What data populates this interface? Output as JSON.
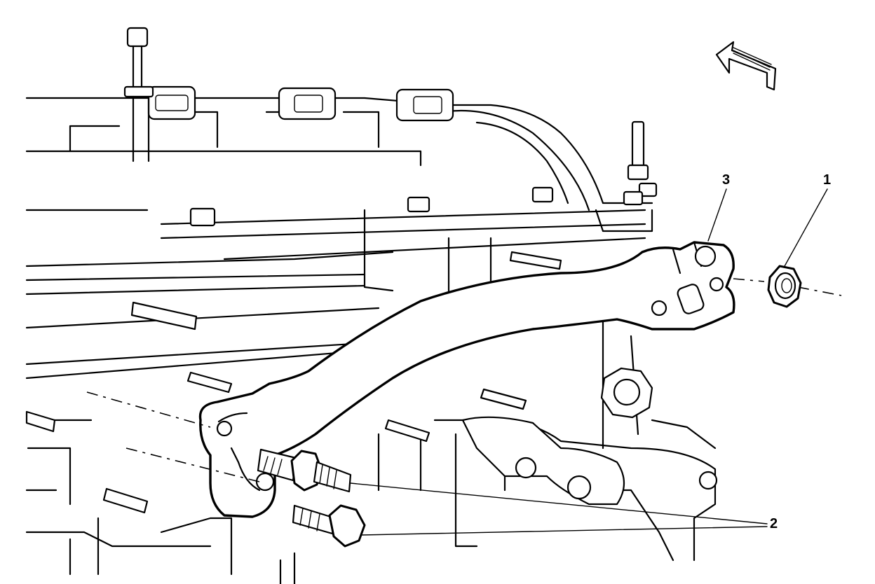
{
  "callouts": {
    "nut": "1",
    "bolts": "2",
    "brace": "3"
  },
  "icons": {
    "direction_arrow": "front-direction-arrow-icon"
  },
  "colors": {
    "line": "#000000",
    "background": "#ffffff"
  }
}
